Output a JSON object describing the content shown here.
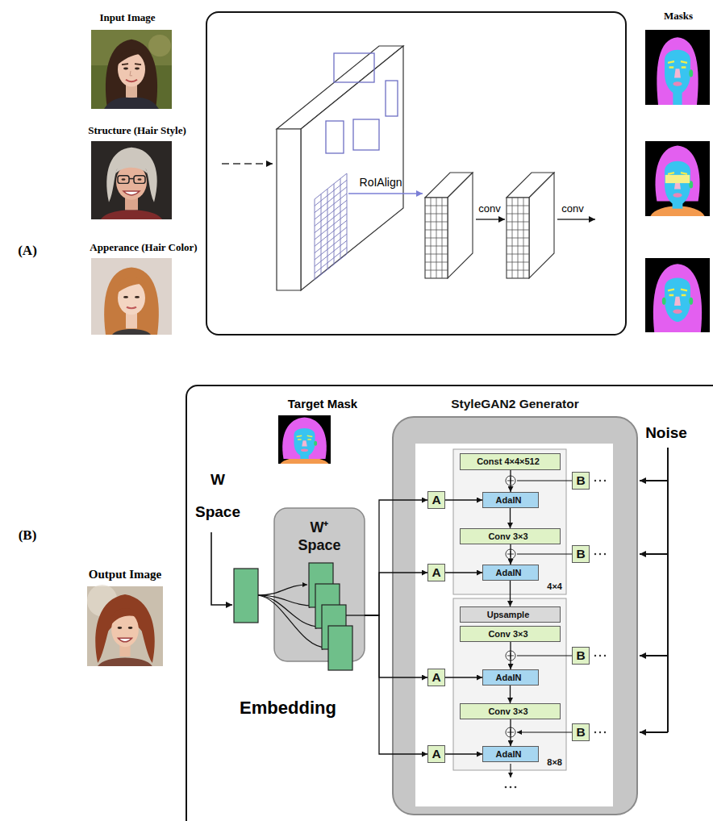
{
  "diagram": {
    "nodes": [
      {
        "text": [
          "W⁺ Space"
        ]
      },
      {
        "text": [
          "StyleGAN2 Generator"
        ]
      },
      {
        "text": [
          "4×4"
        ],
        "in": 1
      },
      {
        "text": [
          "Const 4×4×512"
        ],
        "in": 2
      },
      {
        "text": [
          "AdaIN"
        ],
        "in": 2
      },
      {
        "text": [
          "Conv 3×3"
        ],
        "in": 2
      },
      {
        "text": [
          "AdaIN"
        ],
        "in": 2
      },
      {
        "text": [
          "8×8"
        ],
        "in": 1
      },
      {
        "text": [
          "Upsample"
        ],
        "in": 7
      },
      {
        "text": [
          "Conv 3×3"
        ],
        "in": 7
      },
      {
        "text": [
          "AdaIN"
        ],
        "in": 7
      },
      {
        "text": [
          "Conv 3×3"
        ],
        "in": 7
      },
      {
        "text": [
          "AdaIN"
        ],
        "in": 7
      },
      {
        "text": [
          "A"
        ],
        "in": 1
      },
      {
        "text": [
          "A"
        ],
        "in": 1
      },
      {
        "text": [
          "A"
        ],
        "in": 1
      },
      {
        "text": [
          "A"
        ],
        "in": 1
      },
      {
        "text": [
          "B"
        ],
        "in": 1
      },
      {
        "text": [
          "B"
        ],
        "in": 1
      },
      {
        "text": [
          "B"
        ],
        "in": 1
      },
      {
        "text": [
          "B"
        ],
        "in": 1
      }
    ],
    "edges": [
      {
        "from": 0,
        "to": 13,
        "arrow": "to"
      },
      {
        "from": 0,
        "to": 14,
        "arrow": "to"
      },
      {
        "from": 0,
        "to": 15,
        "arrow": "to"
      },
      {
        "from": 0,
        "to": 16,
        "arrow": "to"
      },
      {
        "from": 13,
        "to": 4,
        "arrow": "to"
      },
      {
        "from": 14,
        "to": 6,
        "arrow": "to"
      },
      {
        "from": 15,
        "to": 10,
        "arrow": "to"
      },
      {
        "from": 16,
        "to": 12,
        "arrow": "to"
      },
      {
        "from": 3,
        "to": 4,
        "arrow": "to"
      },
      {
        "from": 4,
        "to": 5,
        "arrow": "to"
      },
      {
        "from": 5,
        "to": 6,
        "arrow": "to"
      },
      {
        "from": 6,
        "to": 8,
        "arrow": "to"
      },
      {
        "from": 9,
        "to": 10,
        "arrow": "to"
      },
      {
        "from": 10,
        "to": 11,
        "arrow": "to"
      },
      {
        "from": 11,
        "to": 12,
        "arrow": "to"
      }
    ],
    "labels": [
      "(A)",
      "Input Image",
      "Structure (Hair Style)",
      "Apperance (Hair Color)",
      "RoIAlign",
      "conv",
      "conv",
      "Masks",
      "(B)",
      "Output Image",
      "W Space",
      "Target Mask",
      "Embedding",
      "Noise"
    ]
  }
}
